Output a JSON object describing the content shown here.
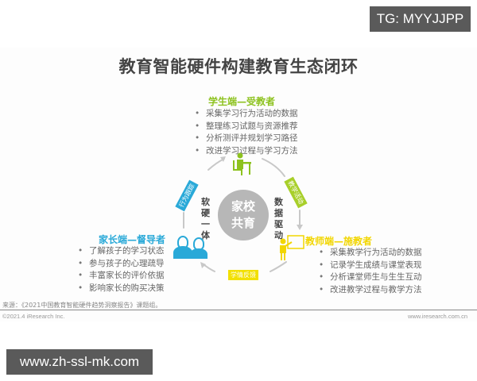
{
  "watermarks": {
    "top": "TG: MYYJJPP",
    "bottom": "www.zh-ssl-mk.com"
  },
  "diagram": {
    "title": "教育智能硬件构建教育生态闭环",
    "center": {
      "line1": "家校",
      "line2": "共育",
      "color": "#b7b7b7"
    },
    "inner_left": "软硬一体",
    "inner_right": "数据驱动",
    "nodes": {
      "student": {
        "heading": "学生端—受教者",
        "color": "#8dc21f",
        "icon": "student-at-desk-icon",
        "items": [
          "采集学习行为活动的数据",
          "整理练习试题与资源推荐",
          "分析测评并规划学习路径",
          "改进学习过程与学习方法"
        ]
      },
      "teacher": {
        "heading": "教师端—施教者",
        "color": "#f2d600",
        "icon": "teacher-at-board-icon",
        "items": [
          "采集教学行为活动的数据",
          "记录学生成绩与课堂表现",
          "分析课堂师生与生生互动",
          "改进教学过程与教学方法"
        ]
      },
      "parent": {
        "heading": "家长端—督导者",
        "color": "#29a9d8",
        "icon": "parents-icon",
        "items": [
          "了解孩子的学习状态",
          "参与孩子的心理疏导",
          "丰富家长的评价依据",
          "影响家长的购买决策"
        ]
      }
    },
    "cycle_labels": {
      "left": {
        "text": "行为跟踪",
        "color": "#29a9d8"
      },
      "right": {
        "text": "教学活动",
        "color": "#a8cf2a"
      },
      "bottom": {
        "text": "学情反馈",
        "color": "#f2e000"
      }
    }
  },
  "footer": {
    "source": "来源：《2021中国教育智能硬件趋势洞察报告》课题组。",
    "copyright": "©2021.4 iResearch Inc.",
    "website": "www.iresearch.com.cn"
  }
}
